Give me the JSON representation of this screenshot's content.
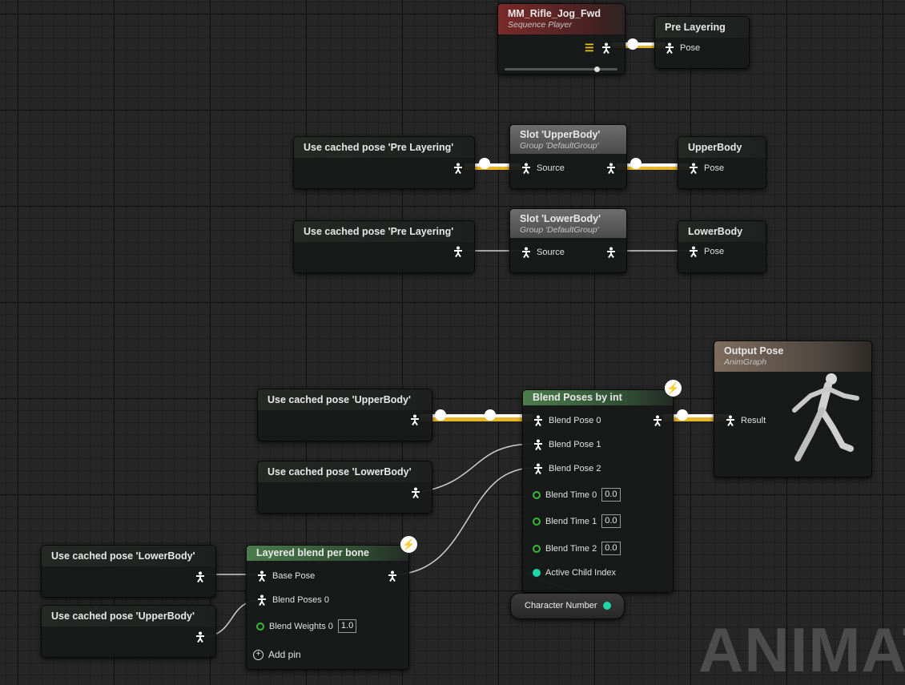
{
  "nodes": {
    "seq_player": {
      "title": "MM_Rifle_Jog_Fwd",
      "subtitle": "Sequence Player"
    },
    "pre_layering": {
      "title": "Pre Layering",
      "pin_pose": "Pose"
    },
    "cache_pre_1": {
      "title": "Use cached pose 'Pre Layering'"
    },
    "slot_upper": {
      "title": "Slot 'UpperBody'",
      "subtitle": "Group 'DefaultGroup'",
      "pin_source": "Source"
    },
    "upperbody": {
      "title": "UpperBody",
      "pin_pose": "Pose"
    },
    "cache_pre_2": {
      "title": "Use cached pose 'Pre Layering'"
    },
    "slot_lower": {
      "title": "Slot 'LowerBody'",
      "subtitle": "Group 'DefaultGroup'",
      "pin_source": "Source"
    },
    "lowerbody": {
      "title": "LowerBody",
      "pin_pose": "Pose"
    },
    "output_pose": {
      "title": "Output Pose",
      "subtitle": "AnimGraph",
      "pin_result": "Result"
    },
    "cache_upper_1": {
      "title": "Use cached pose 'UpperBody'"
    },
    "cache_lower_1": {
      "title": "Use cached pose 'LowerBody'"
    },
    "blend_int": {
      "title": "Blend Poses by int",
      "pins": [
        "Blend Pose 0",
        "Blend Pose 1",
        "Blend Pose 2",
        "Blend Time 0",
        "Blend Time 1",
        "Blend Time 2",
        "Active Child Index"
      ],
      "times": [
        "0.0",
        "0.0",
        "0.0"
      ]
    },
    "cache_lower_2": {
      "title": "Use cached pose 'LowerBody'"
    },
    "cache_upper_2": {
      "title": "Use cached pose 'UpperBody'"
    },
    "layered": {
      "title": "Layered blend per bone",
      "pins": [
        "Base Pose",
        "Blend Poses 0",
        "Blend Weights 0"
      ],
      "weight": "1.0",
      "add_pin": "Add pin"
    },
    "char_number": {
      "title": "Character Number"
    }
  },
  "watermark": "ANIMAT",
  "colors": {
    "exec_wire": "#ffffff",
    "pose_wire_glow": "#f5c542",
    "int_pin": "#1fd7a8",
    "float_pin": "#39b939"
  }
}
